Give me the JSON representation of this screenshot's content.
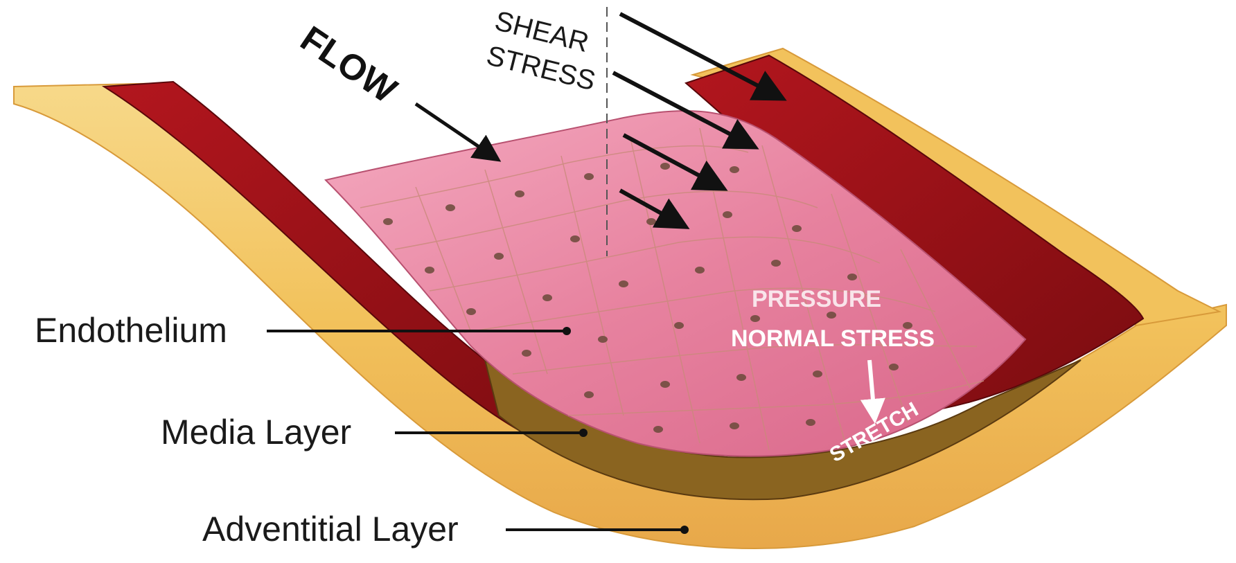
{
  "diagram": {
    "flow_label": "FLOW",
    "shear_stress_line1": "SHEAR",
    "shear_stress_line2": "STRESS",
    "pressure_label": "PRESSURE",
    "normal_stress_label": "NORMAL STRESS",
    "stretch_label": "STRETCH",
    "labels": {
      "endothelium": "Endothelium",
      "media_layer": "Media Layer",
      "adventitial_layer": "Adventitial Layer"
    },
    "colors": {
      "adventitia": "#f2c25c",
      "adventitia_light": "#f7d98a",
      "media": "#a8121a",
      "media_dark": "#7a0c10",
      "endothelium": "#e27a9a",
      "endothelium_light": "#f4a9bf",
      "nucleus": "#6b4a3a",
      "subendo": "#8a6420"
    }
  }
}
